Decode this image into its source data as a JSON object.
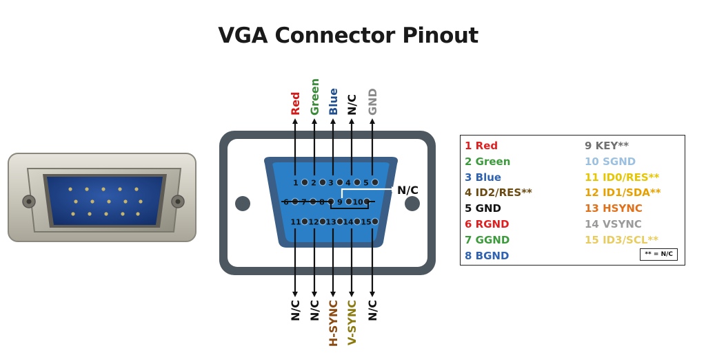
{
  "title": "VGA Connector Pinout",
  "top_signals": [
    {
      "label": "Red",
      "color": "#d01a1a"
    },
    {
      "label": "Green",
      "color": "#3a8a3a"
    },
    {
      "label": "Blue",
      "color": "#1f4f8f"
    },
    {
      "label": "N/C",
      "color": "#111111"
    },
    {
      "label": "GND",
      "color": "#8a8a8a"
    }
  ],
  "bottom_signals": [
    {
      "label": "N/C",
      "color": "#111111"
    },
    {
      "label": "N/C",
      "color": "#111111"
    },
    {
      "label": "H-SYNC",
      "color": "#8a4a10"
    },
    {
      "label": "V-SYNC",
      "color": "#8a7a10"
    },
    {
      "label": "N/C",
      "color": "#111111"
    }
  ],
  "side_signal": {
    "label": "N/C",
    "color": "#111111"
  },
  "pin_numbers": [
    "1",
    "2",
    "3",
    "4",
    "5",
    "6",
    "7",
    "8",
    "9",
    "10",
    "11",
    "12",
    "13",
    "14",
    "15"
  ],
  "legend": {
    "left": [
      {
        "num": "1",
        "name": "Red",
        "color": "#e02020"
      },
      {
        "num": "2",
        "name": "Green",
        "color": "#3c9a3c"
      },
      {
        "num": "3",
        "name": "Blue",
        "color": "#2f62b0"
      },
      {
        "num": "4",
        "name": "ID2/RES**",
        "color": "#6b4a10"
      },
      {
        "num": "5",
        "name": "GND",
        "color": "#111111"
      },
      {
        "num": "6",
        "name": "RGND",
        "color": "#e02020"
      },
      {
        "num": "7",
        "name": "GGND",
        "color": "#3c9a3c"
      },
      {
        "num": "8",
        "name": "BGND",
        "color": "#2f62b0"
      }
    ],
    "right": [
      {
        "num": "9",
        "name": "KEY**",
        "color": "#707070"
      },
      {
        "num": "10",
        "name": "SGND",
        "color": "#9cc0e0"
      },
      {
        "num": "11",
        "name": "ID0/RES**",
        "color": "#e6c600"
      },
      {
        "num": "12",
        "name": "ID1/SDA**",
        "color": "#e8a000"
      },
      {
        "num": "13",
        "name": "HSYNC",
        "color": "#e0701a"
      },
      {
        "num": "14",
        "name": "VSYNC",
        "color": "#9a9a9a"
      },
      {
        "num": "15",
        "name": "ID3/SCL**",
        "color": "#e8cc60"
      }
    ],
    "note": "** = N/C"
  },
  "colors": {
    "shell": "#4d5760",
    "face": "#2b7fc6",
    "face_light": "#4aa3e8",
    "arrow": "#111111"
  }
}
